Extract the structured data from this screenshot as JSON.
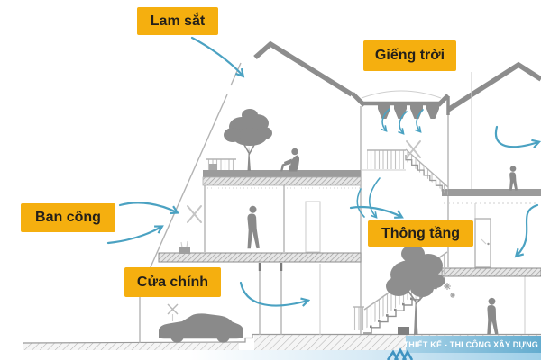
{
  "title_labels": {
    "lam_sat": "Lam sắt",
    "gieng_troi": "Giếng trời",
    "ban_cong": "Ban công",
    "thong_tang": "Thông tầng",
    "cua_chinh": "Cửa chính"
  },
  "banner": {
    "text": "THIẾT KẾ - THI CÔNG XÂY DỰNG"
  },
  "colors": {
    "label_bg": "#F5AF0F",
    "label_text": "#231F1A",
    "arrow": "#4BA2C2",
    "structure_gray": "#8D8D8D",
    "silhouette_gray": "#8A8A8A",
    "banner_bg_left": "#A7D2E8",
    "banner_bg_right": "#64ACCF",
    "banner_text": "#FFFFFF"
  }
}
